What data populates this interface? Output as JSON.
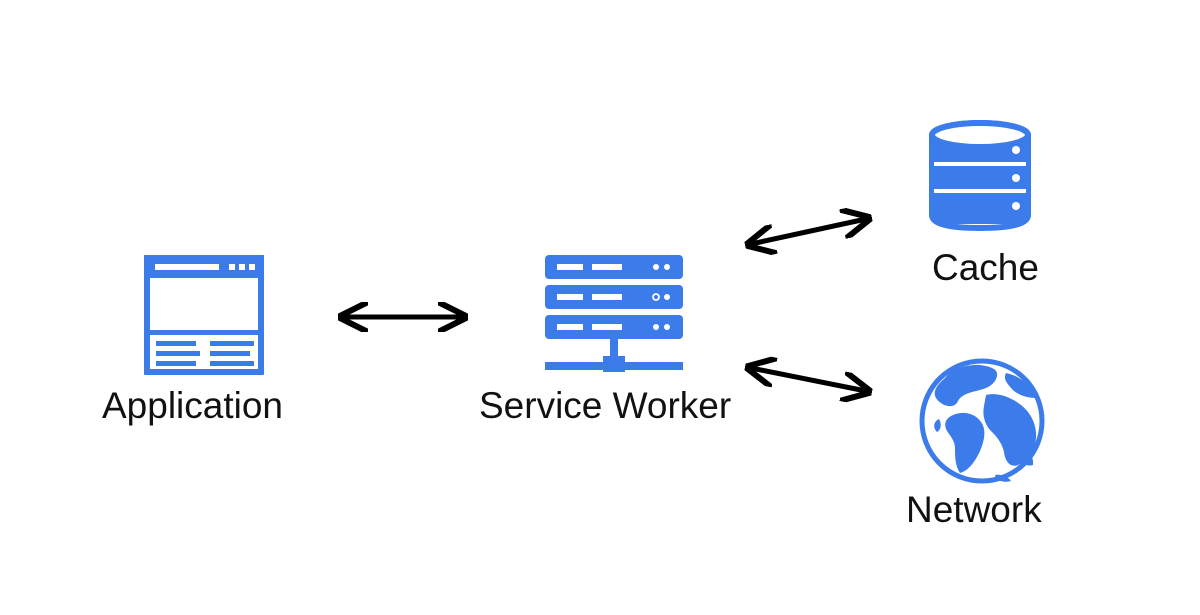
{
  "diagram": {
    "nodes": {
      "application": {
        "label": "Application",
        "icon": "browser-window-icon"
      },
      "service_worker": {
        "label": "Service Worker",
        "icon": "server-rack-icon"
      },
      "cache": {
        "label": "Cache",
        "icon": "database-icon"
      },
      "network": {
        "label": "Network",
        "icon": "globe-icon"
      }
    },
    "edges": [
      {
        "from": "application",
        "to": "service_worker",
        "direction": "bidirectional"
      },
      {
        "from": "service_worker",
        "to": "cache",
        "direction": "bidirectional"
      },
      {
        "from": "service_worker",
        "to": "network",
        "direction": "bidirectional"
      }
    ],
    "colors": {
      "accent": "#3b7bea",
      "arrow": "#000000",
      "text": "#111111",
      "background": "#ffffff"
    }
  }
}
